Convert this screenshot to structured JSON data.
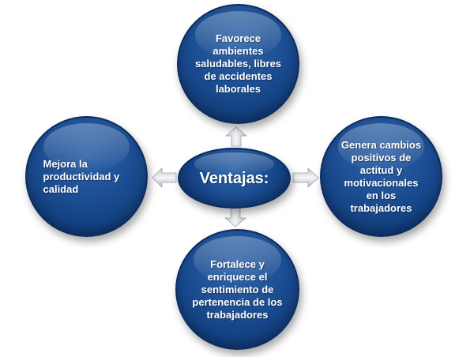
{
  "diagram": {
    "center": {
      "label": "Ventajas:"
    },
    "top": {
      "label": "Favorece ambientes saludables, libres de accidentes laborales"
    },
    "left": {
      "label": "Mejora la productividad y calidad"
    },
    "right": {
      "label": "Genera cambios positivos de actitud y motivacionales en los trabajadores"
    },
    "bottom": {
      "label": "Fortalece y enriquece el sentimiento de pertenencia de los trabajadores"
    }
  },
  "colors": {
    "node_fill": "#1c4e93",
    "node_border": "#0b2c5e",
    "arrow_fill": "#d9dde2"
  },
  "icons": {
    "arrow_up": "arrow-up-icon",
    "arrow_down": "arrow-down-icon",
    "arrow_left": "arrow-left-icon",
    "arrow_right": "arrow-right-icon"
  }
}
